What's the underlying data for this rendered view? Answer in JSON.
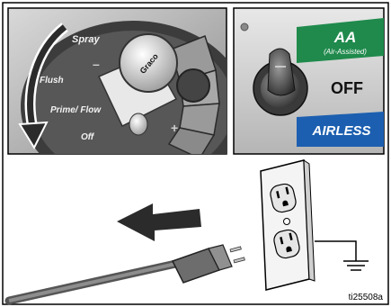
{
  "figure_code": "ti25508a",
  "dial": {
    "labels": {
      "spray": "Spray",
      "flush": "Flush",
      "prime_flow": "Prime/ Flow",
      "off": "Off",
      "plus": "+",
      "minus": "–"
    },
    "knob_text": "Graco"
  },
  "selector": {
    "aa_label": "AA",
    "aa_sub": "(Air-Assisted)",
    "off_label": "OFF",
    "airless_label": "AIRLESS"
  },
  "colors": {
    "aa_green": "#1f8a4c",
    "airless_blue": "#1c5fb0",
    "outline": "#000000"
  }
}
